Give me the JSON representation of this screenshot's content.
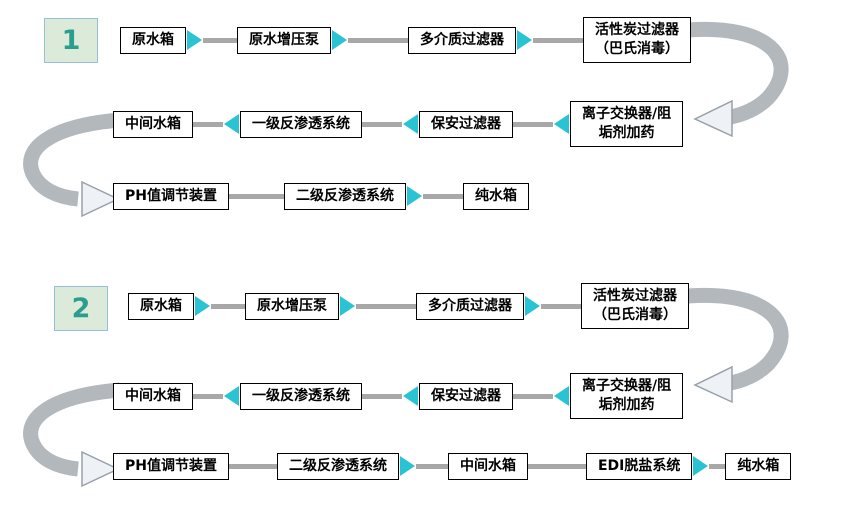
{
  "colors": {
    "triangle": "#29c3d3",
    "connector": "#a8a8a8",
    "box_border": "#000000",
    "badge_bg": "#dcead9",
    "badge_border": "#94c0d8",
    "badge_text": "#2a9d8f",
    "swoosh_stroke": "#b3b8bd",
    "swoosh_head_fill": "#eef2f6",
    "swoosh_head_stroke": "#97a1a9"
  },
  "flows": [
    {
      "badge": "1",
      "rows": [
        {
          "nodes": [
            {
              "line1": "原水箱"
            },
            {
              "line1": "原水增压泵"
            },
            {
              "line1": "多介质过滤器"
            },
            {
              "line1": "活性炭过滤器",
              "line2": "（巴氏消毒）"
            }
          ]
        },
        {
          "nodes": [
            {
              "line1": "中间水箱"
            },
            {
              "line1": "一级反渗透系统"
            },
            {
              "line1": "保安过滤器"
            },
            {
              "line1": "离子交换器/阻",
              "line2": "垢剂加药"
            }
          ]
        },
        {
          "nodes": [
            {
              "line1": "PH值调节装置"
            },
            {
              "line1": "二级反渗透系统"
            },
            {
              "line1": "纯水箱"
            }
          ]
        }
      ]
    },
    {
      "badge": "2",
      "rows": [
        {
          "nodes": [
            {
              "line1": "原水箱"
            },
            {
              "line1": "原水增压泵"
            },
            {
              "line1": "多介质过滤器"
            },
            {
              "line1": "活性炭过滤器",
              "line2": "（巴氏消毒）"
            }
          ]
        },
        {
          "nodes": [
            {
              "line1": "中间水箱"
            },
            {
              "line1": "一级反渗透系统"
            },
            {
              "line1": "保安过滤器"
            },
            {
              "line1": "离子交换器/阻",
              "line2": "垢剂加药"
            }
          ]
        },
        {
          "nodes": [
            {
              "line1": "PH值调节装置"
            },
            {
              "line1": "二级反渗透系统"
            },
            {
              "line1": "中间水箱"
            },
            {
              "line1": "EDI脱盐系统"
            },
            {
              "line1": "纯水箱"
            }
          ]
        }
      ]
    }
  ]
}
